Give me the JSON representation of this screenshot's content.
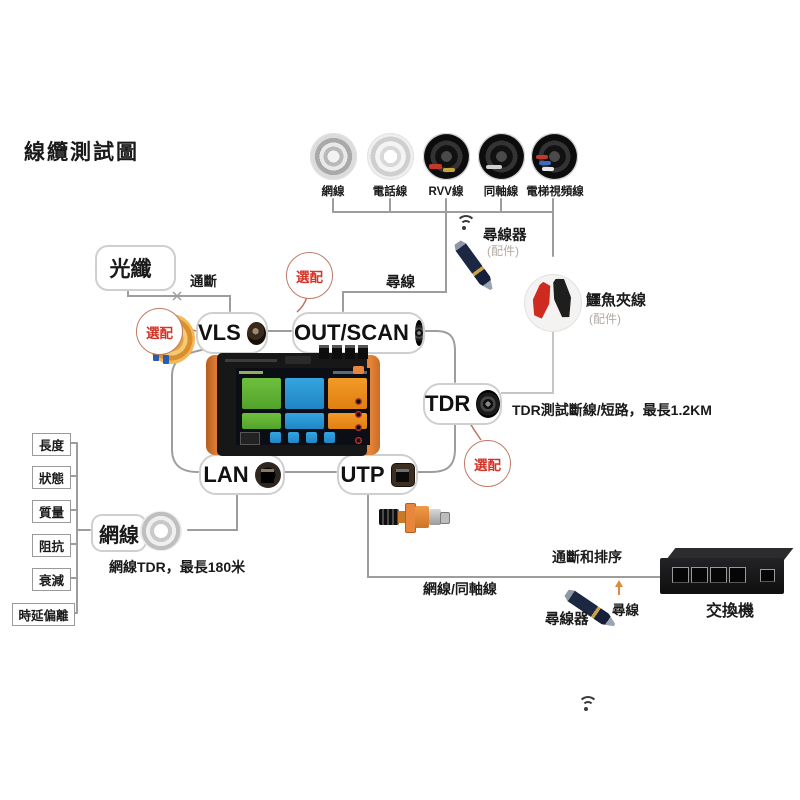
{
  "title": "線纜測試圖",
  "cables": {
    "items": [
      {
        "label": "網線"
      },
      {
        "label": "電話線"
      },
      {
        "label": "RVV線"
      },
      {
        "label": "同軸線"
      },
      {
        "label": "電梯視頻線"
      }
    ]
  },
  "tracker_top": {
    "label": "尋線器",
    "sub": "(配件)"
  },
  "alligator": {
    "label": "鱷魚夾線",
    "sub": "(配件)"
  },
  "fiber": {
    "label": "光纖",
    "status": "通斷"
  },
  "optional_label": "選配",
  "trace_top": "尋線",
  "ports": {
    "vls": "VLS",
    "out_scan": "OUT/SCAN",
    "tdr": "TDR",
    "lan": "LAN",
    "utp": "UTP"
  },
  "tdr_note": "TDR測試斷線/短路，最長1.2KM",
  "metrics": {
    "items": [
      {
        "label": "長度"
      },
      {
        "label": "狀態"
      },
      {
        "label": "質量"
      },
      {
        "label": "阻抗"
      },
      {
        "label": "衰減"
      },
      {
        "label": "時延偏離"
      }
    ]
  },
  "lan_cable": {
    "label": "網線",
    "note": "網線TDR，最長180米"
  },
  "utp_line": {
    "label": "網線/同軸線",
    "status": "通斷和排序"
  },
  "trace_bottom": {
    "tracker": "尋線器",
    "label": "尋線"
  },
  "switch_label": "交換機",
  "colors": {
    "accent_orange": "#e8873b",
    "accent_red": "#d43427",
    "line_gray": "#9d9d9d"
  }
}
